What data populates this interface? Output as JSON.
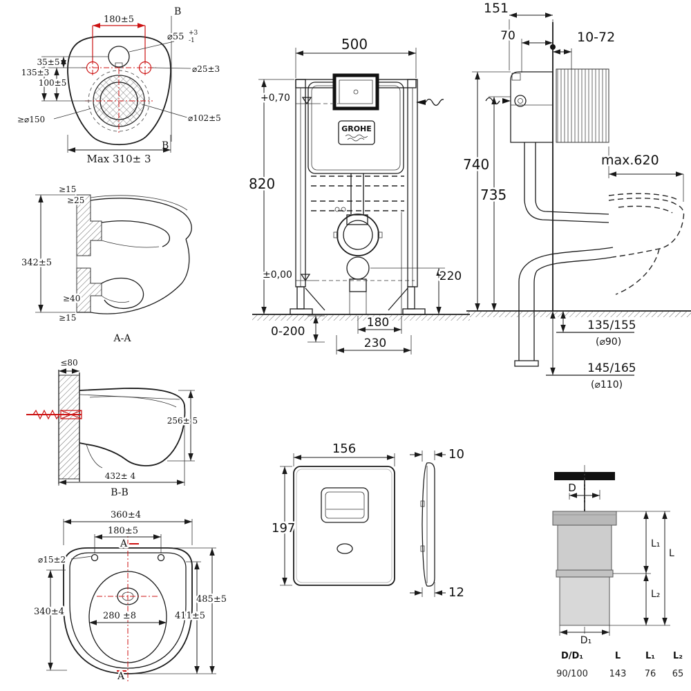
{
  "doc": {
    "type": "technical-installation-drawing",
    "brand": "GROHE"
  },
  "topview": {
    "dim180": "180±5",
    "b1": "B",
    "b2": "B",
    "d55": "⌀55",
    "d55p": "+3",
    "d55m": "-1",
    "dim35": "35±5",
    "dim135": "135±3",
    "dim100": "100±5",
    "d25": "⌀25±3",
    "d150": "≥⌀150",
    "d102": "⌀102±5",
    "max": "Max 310± 3"
  },
  "secAA": {
    "t15": "≥15",
    "t25": "≥25",
    "h": "342±5",
    "b40": "≥40",
    "b15": "≥15",
    "cap": "A-A"
  },
  "secBB": {
    "t80": "≤80",
    "h": "256± 5",
    "w": "432± 4",
    "cap": "B-B"
  },
  "bottomview": {
    "w360": "360±4",
    "w180": "180±5",
    "a1": "A",
    "a2": "A",
    "d15": "⌀15±2",
    "h485": "485±5",
    "h340": "340±4",
    "w280": "280 ±8",
    "h411": "411±5"
  },
  "frame": {
    "w500": "500",
    "lvl1": "+0,70",
    "h820": "820",
    "logo": "GROHE",
    "lvl0": "±0,00",
    "adj": "0-200",
    "w180": "180",
    "w230": "230",
    "h220": "220"
  },
  "side": {
    "d151": "151",
    "d70": "70",
    "d1072": "10-72",
    "h740": "740",
    "h735": "735",
    "max620": "max.620",
    "o1": "135/155",
    "o1d": "(⌀90)",
    "o2": "145/165",
    "o2d": "(⌀110)"
  },
  "plate": {
    "w156": "156",
    "h197": "197",
    "t10": "10",
    "t12": "12"
  },
  "pipe": {
    "d": "D",
    "l1": "L₁",
    "l": "L",
    "l2": "L₂",
    "d1": "D₁"
  },
  "table": {
    "headers": [
      "D/D₁",
      "L",
      "L₁",
      "L₂"
    ],
    "values": [
      "90/100",
      "143",
      "76",
      "65"
    ]
  }
}
